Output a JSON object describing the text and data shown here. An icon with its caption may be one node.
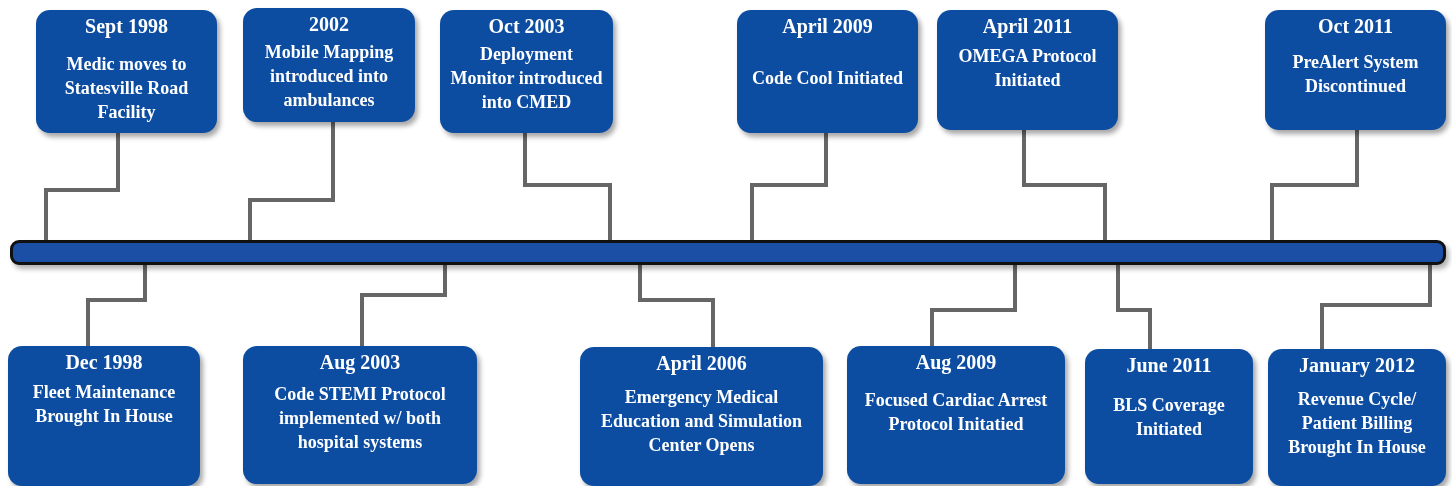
{
  "diagram": {
    "nodes": [
      {
        "text": [
          "Sept 1998",
          "Medic moves to Statesville Road Facility"
        ]
      },
      {
        "text": [
          "2002",
          "Mobile Mapping introduced into ambulances"
        ]
      },
      {
        "text": [
          "Oct 2003",
          "Deployment Monitor introduced into CMED"
        ]
      },
      {
        "text": [
          "April 2009",
          "Code Cool Initiated"
        ]
      },
      {
        "text": [
          "April 2011",
          "OMEGA Protocol Initiated"
        ]
      },
      {
        "text": [
          "Oct 2011",
          "PreAlert System Discontinued"
        ]
      },
      {
        "text": [],
        "shape": "bar"
      },
      {
        "text": [
          "Dec 1998",
          "Fleet Maintenance Brought In House"
        ]
      },
      {
        "text": [
          "Aug 2003",
          "Code STEMI Protocol implemented w/ both hospital systems"
        ]
      },
      {
        "text": [
          "April 2006",
          "Emergency Medical Education and Simulation Center Opens"
        ]
      },
      {
        "text": [
          "Aug 2009",
          "Focused Cardiac Arrest Protocol Initatied"
        ]
      },
      {
        "text": [
          "June 2011",
          "BLS Coverage Initiated"
        ]
      },
      {
        "text": [
          "January 2012",
          "Revenue Cycle/ Patient Billing Brought In House"
        ]
      }
    ],
    "edges": [
      {
        "from": 0,
        "to": 6,
        "arrow": "none"
      },
      {
        "from": 1,
        "to": 6,
        "arrow": "none"
      },
      {
        "from": 2,
        "to": 6,
        "arrow": "none"
      },
      {
        "from": 3,
        "to": 6,
        "arrow": "none"
      },
      {
        "from": 4,
        "to": 6,
        "arrow": "none"
      },
      {
        "from": 5,
        "to": 6,
        "arrow": "none"
      },
      {
        "from": 7,
        "to": 6,
        "arrow": "none"
      },
      {
        "from": 8,
        "to": 6,
        "arrow": "none"
      },
      {
        "from": 9,
        "to": 6,
        "arrow": "none"
      },
      {
        "from": 10,
        "to": 6,
        "arrow": "none"
      },
      {
        "from": 11,
        "to": 6,
        "arrow": "none"
      },
      {
        "from": 12,
        "to": 6,
        "arrow": "none"
      }
    ]
  }
}
